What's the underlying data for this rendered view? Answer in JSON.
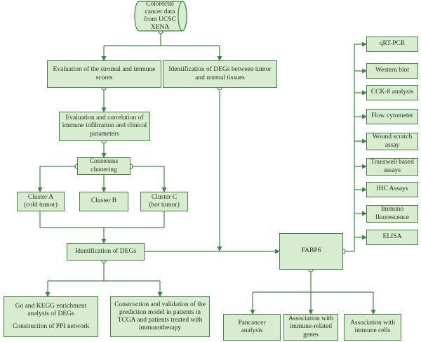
{
  "source": [
    "Colorectal",
    "cancer data",
    "from UCSC",
    "XENA"
  ],
  "stromal_immune": [
    "Evaluation of the stromal and immune",
    "scores"
  ],
  "degs_tumor_normal": [
    "Identification of DEGs between tumor",
    "and normal tissues"
  ],
  "immune_infiltration": [
    "Evaluation and correlation of",
    "immune infiltration and clinical",
    "parameters"
  ],
  "consensus": [
    "Consensus",
    "clustering"
  ],
  "cluster_a": [
    "Cluster A",
    "(cold tumor)"
  ],
  "cluster_b": [
    "Cluster B"
  ],
  "cluster_c": [
    "Cluster C",
    "(hot tumor)"
  ],
  "identification_degs": [
    "Identification of DEGs"
  ],
  "enrichment": [
    "Go and KEGG enrichment",
    "analysis of DEGs",
    "Construction of PPI network"
  ],
  "prediction_model": [
    "Construction and validation of the",
    "prediction model in patients in",
    "TCGA and patients treated with",
    "immunotherapy"
  ],
  "fabp6": [
    "FABP6"
  ],
  "pancancer": [
    "Pancancer",
    "analysis"
  ],
  "immune_genes": [
    "Association with",
    "immune-related",
    "genes"
  ],
  "immune_cells": [
    "Association with",
    "immune cells"
  ],
  "assays": [
    [
      "qRT-PCR"
    ],
    [
      "Western blot"
    ],
    [
      "CCK-8 analysis"
    ],
    [
      "Flow cytometer"
    ],
    [
      "Wound scratch",
      "assay"
    ],
    [
      "Transwell based",
      "assays"
    ],
    [
      "IHC Assays"
    ],
    [
      "Immuno",
      "fluorescence"
    ],
    [
      "ELISA"
    ]
  ]
}
